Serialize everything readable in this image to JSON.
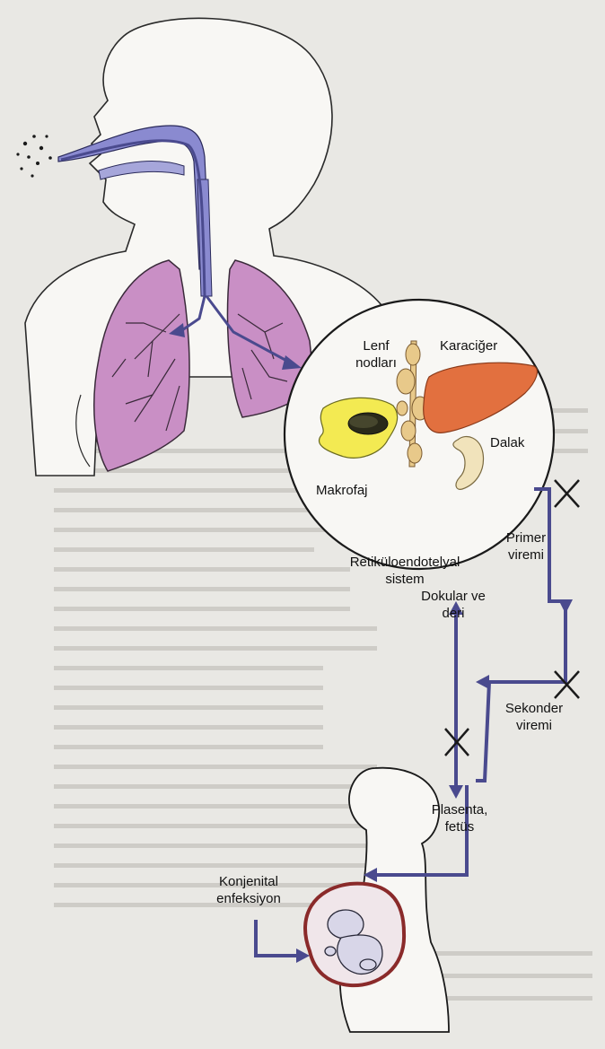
{
  "labels": {
    "lenf_line1": "Lenf",
    "lenf_line2": "nodları",
    "karaciger": "Karaciğer",
    "dalak": "Dalak",
    "makrofaj": "Makrofaj",
    "retikulo_line1": "Retiküloendotelyal",
    "retikulo_line2": "sistem",
    "primer_line1": "Primer",
    "primer_line2": "viremi",
    "dokular_line1": "Dokular ve",
    "dokular_line2": "deri",
    "sekonder_line1": "Sekonder",
    "sekonder_line2": "viremi",
    "plasenta_line1": "Plasenta,",
    "plasenta_line2": "fetüs",
    "konjenital_line1": "Konjenital",
    "konjenital_line2": "enfeksiyon"
  },
  "colors": {
    "pathway": "#5a5a9e",
    "lung": "#c98fc5",
    "airway": "#8a8ad0",
    "liver": "#e2703f",
    "spleen": "#f1e3bb",
    "macrophage": "#f3ea52",
    "lymph": "#e8c98a",
    "uterus": "#c48ab7"
  }
}
